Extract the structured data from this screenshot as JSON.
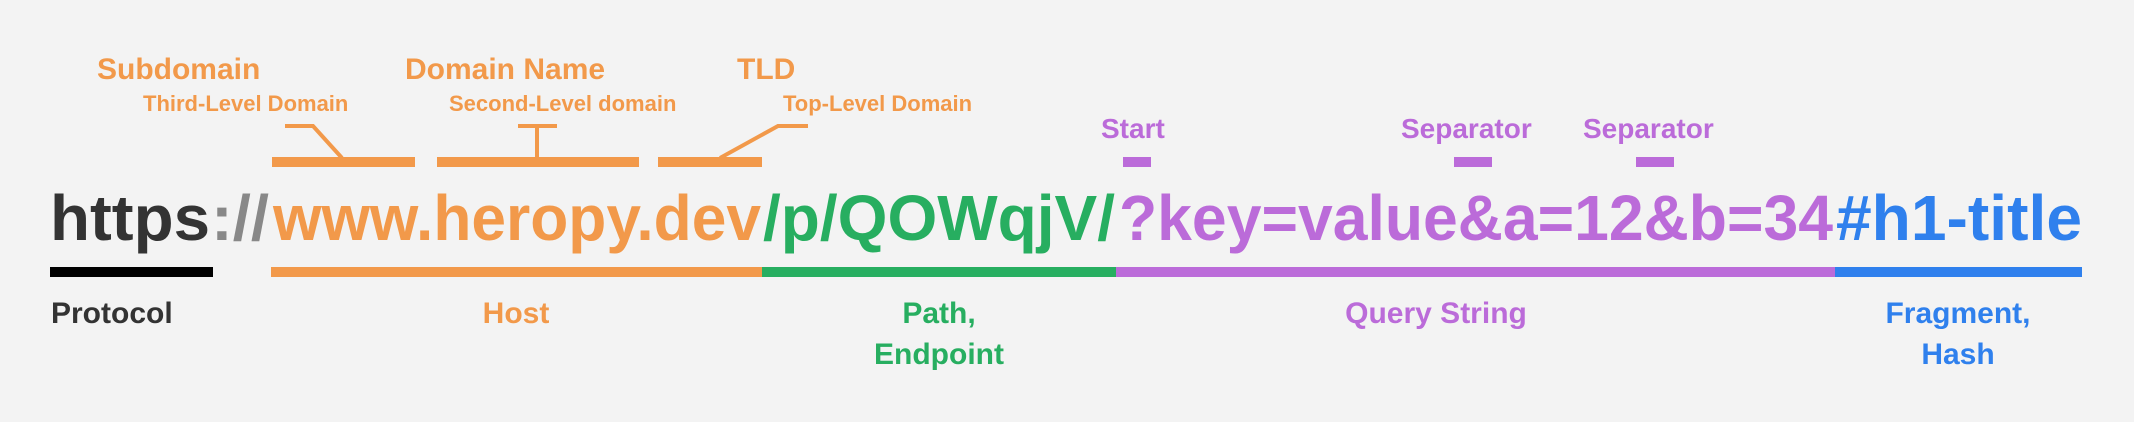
{
  "colors": {
    "background": "#F3F3F3",
    "protocol": "#333333",
    "separator": "#888888",
    "protocol_bar": "#000000",
    "host": "#F2994A",
    "path": "#27AE60",
    "query": "#BB6BD9",
    "fragment": "#2F80ED"
  },
  "url": {
    "protocol": "https",
    "scheme_separator": "://",
    "host": "www.heropy.dev",
    "path": "/p/QOWqjV/",
    "query": "?key=value&a=12&b=34",
    "fragment": "#h1-title"
  },
  "top_labels": {
    "subdomain": {
      "title": "Subdomain",
      "subtitle": "Third-Level Domain"
    },
    "domain_name": {
      "title": "Domain Name",
      "subtitle": "Second-Level domain"
    },
    "tld": {
      "title": "TLD",
      "subtitle": "Top-Level Domain"
    },
    "query_start": "Start",
    "separator_1": "Separator",
    "separator_2": "Separator"
  },
  "bottom_labels": {
    "protocol": "Protocol",
    "host": "Host",
    "path_line1": "Path,",
    "path_line2": "Endpoint",
    "query": "Query String",
    "fragment_line1": "Fragment,",
    "fragment_line2": "Hash"
  }
}
